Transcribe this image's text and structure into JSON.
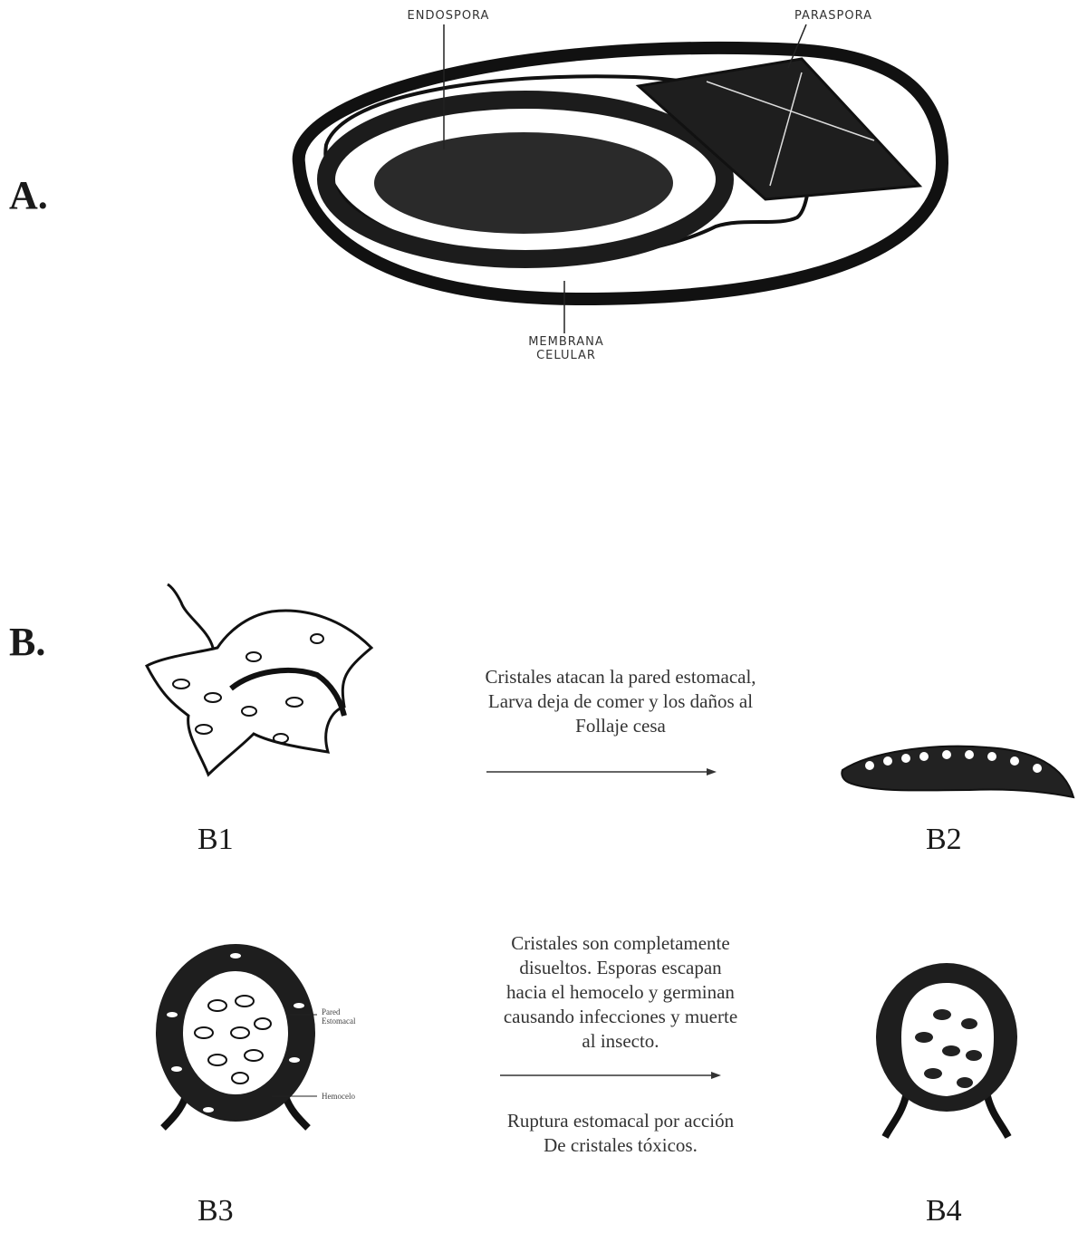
{
  "section_a": {
    "label": "A.",
    "callouts": {
      "endospora": "ENDOSPORA",
      "parasporal": "PARASPORA",
      "membrane_line1": "MEMBRANA",
      "membrane_line2": "CELULAR"
    }
  },
  "section_b": {
    "label": "B.",
    "panels": {
      "b1": "B1",
      "b2": "B2",
      "b3": "B3",
      "b4": "B4"
    },
    "step1_text": {
      "line1": "Cristales atacan la pared estomacal,",
      "line2": "Larva deja de comer y los daños al",
      "line3": "Follaje cesa"
    },
    "step2_text": {
      "line1": "Cristales son completamente",
      "line2": "disueltos. Esporas escapan",
      "line3": "hacia el  hemocelo y germinan",
      "line4": "causando infecciones y muerte",
      "line5": "al insecto."
    },
    "step3_text": {
      "line1": "Ruptura estomacal por acción",
      "line2": "De cristales tóxicos."
    },
    "b3_labels": {
      "wall_line1": "Pared",
      "wall_line2": "Estomacal",
      "hemocoel": "Hemocelo"
    }
  }
}
